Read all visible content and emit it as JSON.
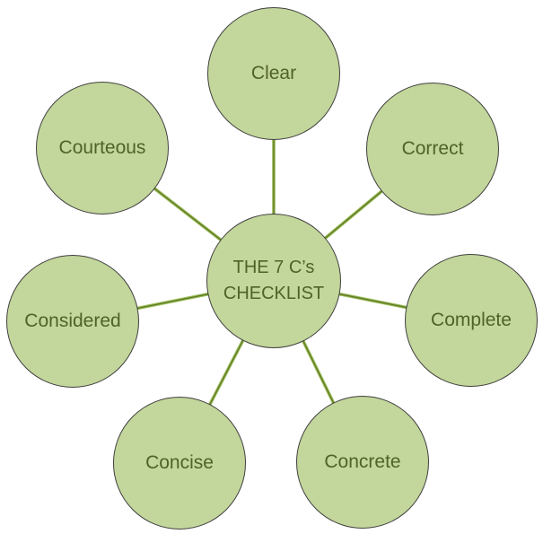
{
  "diagram": {
    "title": "The 7 C's Checklist radial diagram",
    "center": {
      "line1": "THE 7 C’s",
      "line2": "CHECKLIST"
    },
    "nodes": [
      {
        "id": "clear",
        "label": "Clear"
      },
      {
        "id": "correct",
        "label": "Correct"
      },
      {
        "id": "complete",
        "label": "Complete"
      },
      {
        "id": "concrete",
        "label": "Concrete"
      },
      {
        "id": "concise",
        "label": "Concise"
      },
      {
        "id": "considered",
        "label": "Considered"
      },
      {
        "id": "courteous",
        "label": "Courteous"
      }
    ]
  },
  "colors": {
    "circle_fill": "#c3d69b",
    "circle_border": "#404040",
    "label_text": "#4f6228",
    "connector_light": "#9bbb59",
    "connector_dark": "#5e7a23",
    "background": "transparent"
  }
}
